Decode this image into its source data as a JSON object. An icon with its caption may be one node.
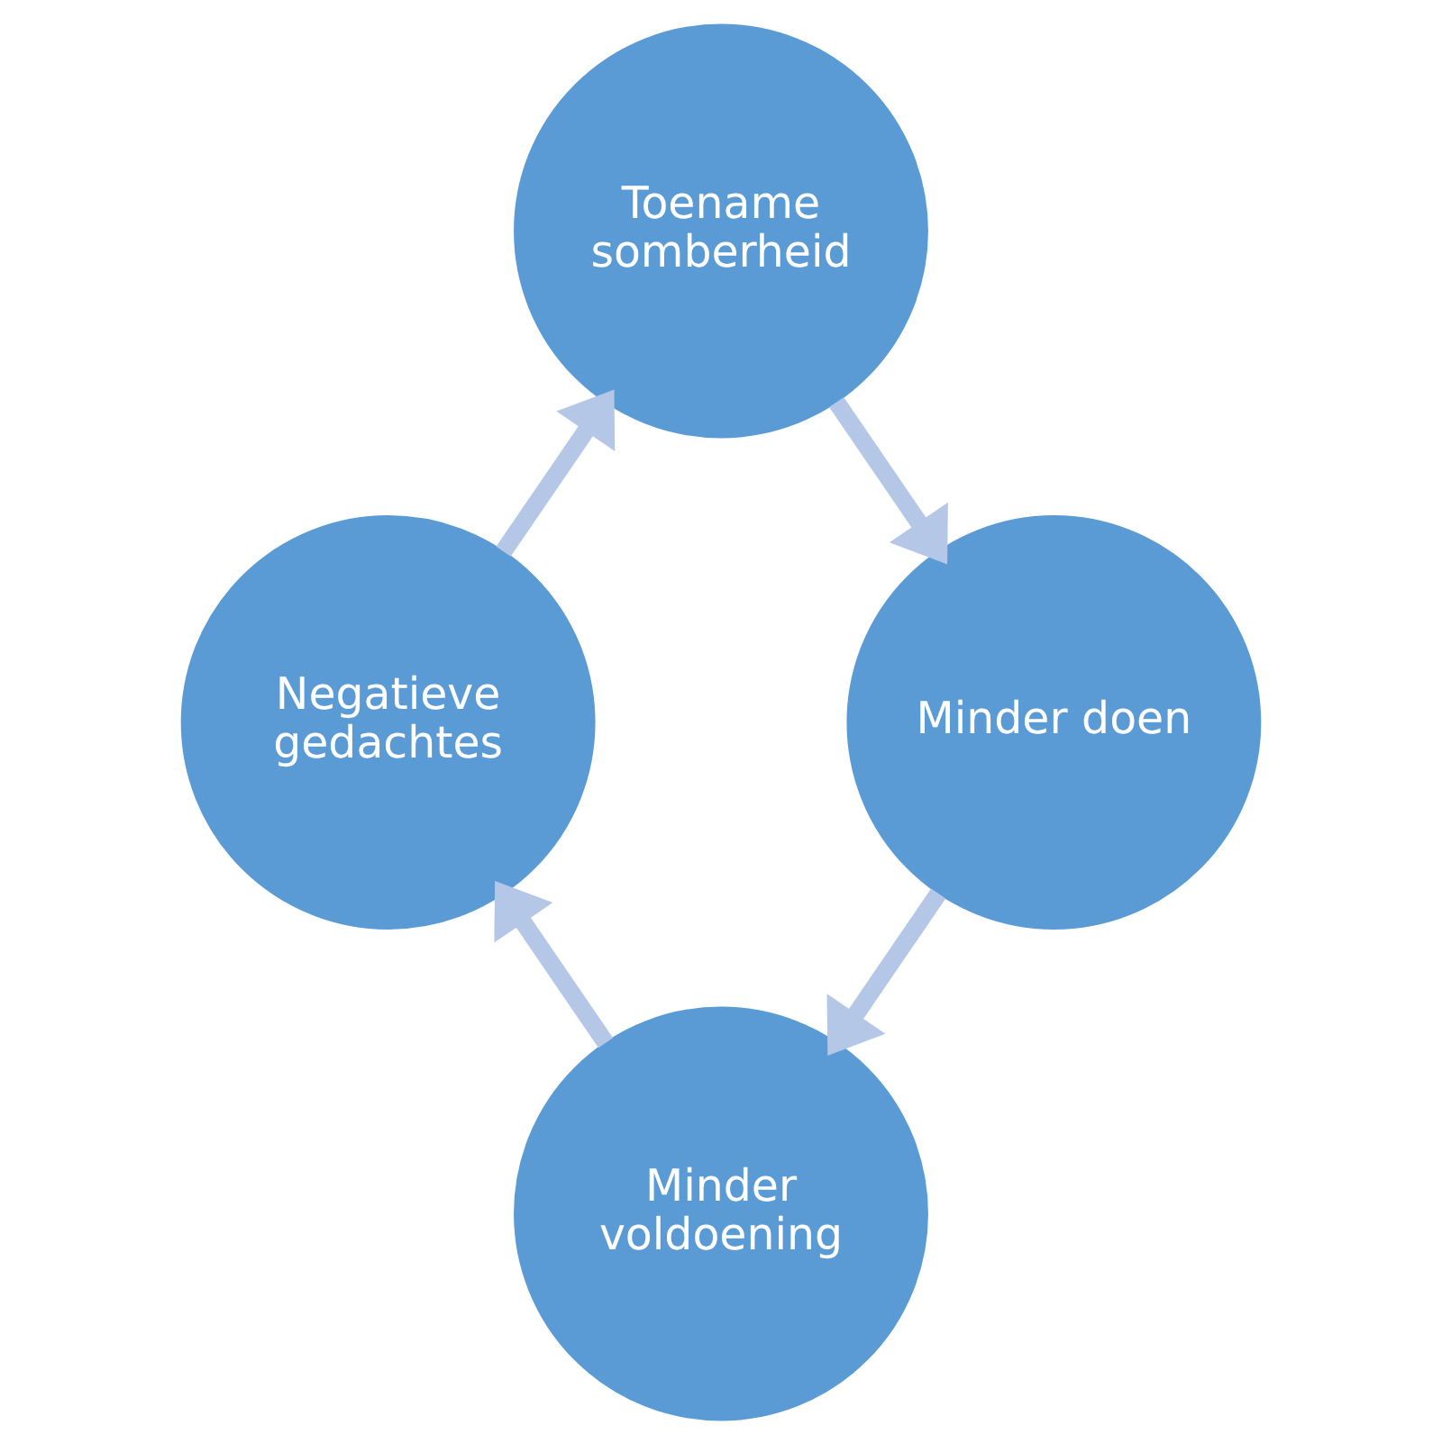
{
  "diagram": {
    "nodes": [
      {
        "text": [
          "Toename somberheid"
        ]
      },
      {
        "text": [
          "Minder doen"
        ]
      },
      {
        "text": [
          "Minder voldoening"
        ]
      },
      {
        "text": [
          "Negatieve gedachtes"
        ]
      }
    ],
    "edges": [
      {
        "from": 0,
        "to": 1,
        "arrow": "to"
      },
      {
        "from": 1,
        "to": 2,
        "arrow": "to"
      },
      {
        "from": 2,
        "to": 3,
        "arrow": "to"
      },
      {
        "from": 3,
        "to": 0,
        "arrow": "to"
      }
    ]
  }
}
